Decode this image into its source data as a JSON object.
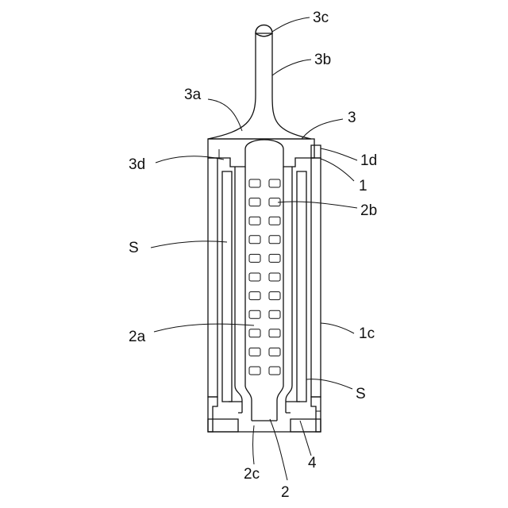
{
  "figure": {
    "labels": {
      "3c": "3c",
      "3b": "3b",
      "3a": "3a",
      "3": "3",
      "3d": "3d",
      "1d": "1d",
      "1": "1",
      "2b": "2b",
      "S_left": "S",
      "2a": "2a",
      "1c": "1c",
      "S_right": "S",
      "2c": "2c",
      "4": "4",
      "2": "2"
    },
    "colors": {
      "line": "#111111",
      "paper": "#ffffff",
      "fill": "#f2f2f2"
    }
  }
}
